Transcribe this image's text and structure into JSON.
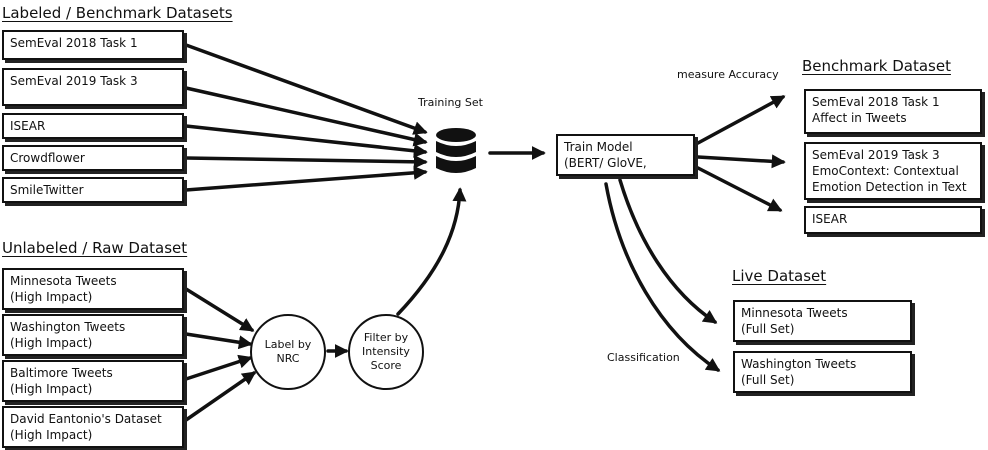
{
  "sections": {
    "labeled": "Labeled / Benchmark Datasets",
    "unlabeled": "Unlabeled / Raw Dataset",
    "benchmark": "Benchmark Dataset",
    "live": "Live Dataset"
  },
  "labeled_datasets": [
    {
      "line1": "SemEval 2018 Task 1"
    },
    {
      "line1": "SemEval 2019 Task 3"
    },
    {
      "line1": "ISEAR"
    },
    {
      "line1": "Crowdflower"
    },
    {
      "line1": "SmileTwitter"
    }
  ],
  "raw_datasets": [
    {
      "line1": "Minnesota Tweets",
      "line2": "(High Impact)"
    },
    {
      "line1": "Washington Tweets",
      "line2": "(High Impact)"
    },
    {
      "line1": "Baltimore Tweets",
      "line2": "(High Impact)"
    },
    {
      "line1": "David Eantonio's Dataset",
      "line2": "(High Impact)"
    }
  ],
  "process": {
    "label_by_nrc": [
      "Label by",
      "NRC"
    ],
    "filter_by_intensity": [
      "Filter by",
      "Intensity",
      "Score"
    ],
    "training_set": "Training Set",
    "train_model": [
      "Train Model",
      "(BERT/ GloVE,"
    ]
  },
  "edge_labels": {
    "measure": "measure Accuracy",
    "classification": "Classification"
  },
  "benchmark_datasets": [
    {
      "line1": "SemEval 2018 Task 1",
      "line2": "Affect in Tweets"
    },
    {
      "line1": "SemEval 2019 Task 3",
      "line2": "EmoContext: Contextual",
      "line3": "Emotion Detection in Text"
    },
    {
      "line1": "ISEAR"
    }
  ],
  "live_datasets": [
    {
      "line1": "Minnesota Tweets",
      "line2": "(Full Set)"
    },
    {
      "line1": "Washington Tweets",
      "line2": "(Full Set)"
    }
  ],
  "icons": {
    "training_set": "database-icon"
  }
}
